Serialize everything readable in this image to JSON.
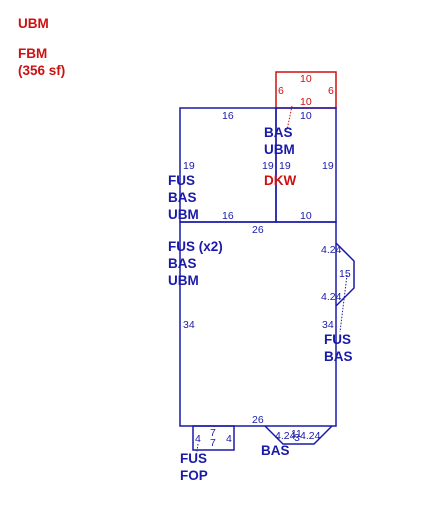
{
  "colors": {
    "blue": "#1a1aaa",
    "red": "#cc1111"
  },
  "legend": {
    "top": "UBM",
    "fbm": "FBM",
    "fbm_area": "(356 sf)"
  },
  "dims": {
    "dkw_top": "10",
    "dkw_left": "6",
    "dkw_right": "6",
    "dkw_bottom": "10",
    "upper_top": "16",
    "upper_top_right": "10",
    "upper_left": "19",
    "upper_mid_left": "19",
    "upper_mid_right": "19",
    "upper_right": "19",
    "upper_bottom": "16",
    "upper_bottom_right": "10",
    "main_top": "26",
    "main_left": "34",
    "main_right": "34",
    "main_bottom": "26",
    "bay_upper": "4.24",
    "bay_mid": "15",
    "bay_lower": "4.24",
    "fop_top": "7",
    "fop_bottom": "7",
    "fop_left": "4",
    "fop_right": "4",
    "bas_left": "4.24",
    "bas_top": "11",
    "bas_mid": "3",
    "bas_right": "4.24"
  },
  "labels": {
    "upper_left": [
      "FUS",
      "BAS",
      "UBM"
    ],
    "upper_right": [
      "BAS",
      "UBM"
    ],
    "dkw": "DKW",
    "main": [
      "FUS (x2)",
      "BAS",
      "UBM"
    ],
    "bay": [
      "FUS",
      "BAS"
    ],
    "fop": [
      "FUS",
      "FOP"
    ],
    "bas_bottom": "BAS"
  }
}
